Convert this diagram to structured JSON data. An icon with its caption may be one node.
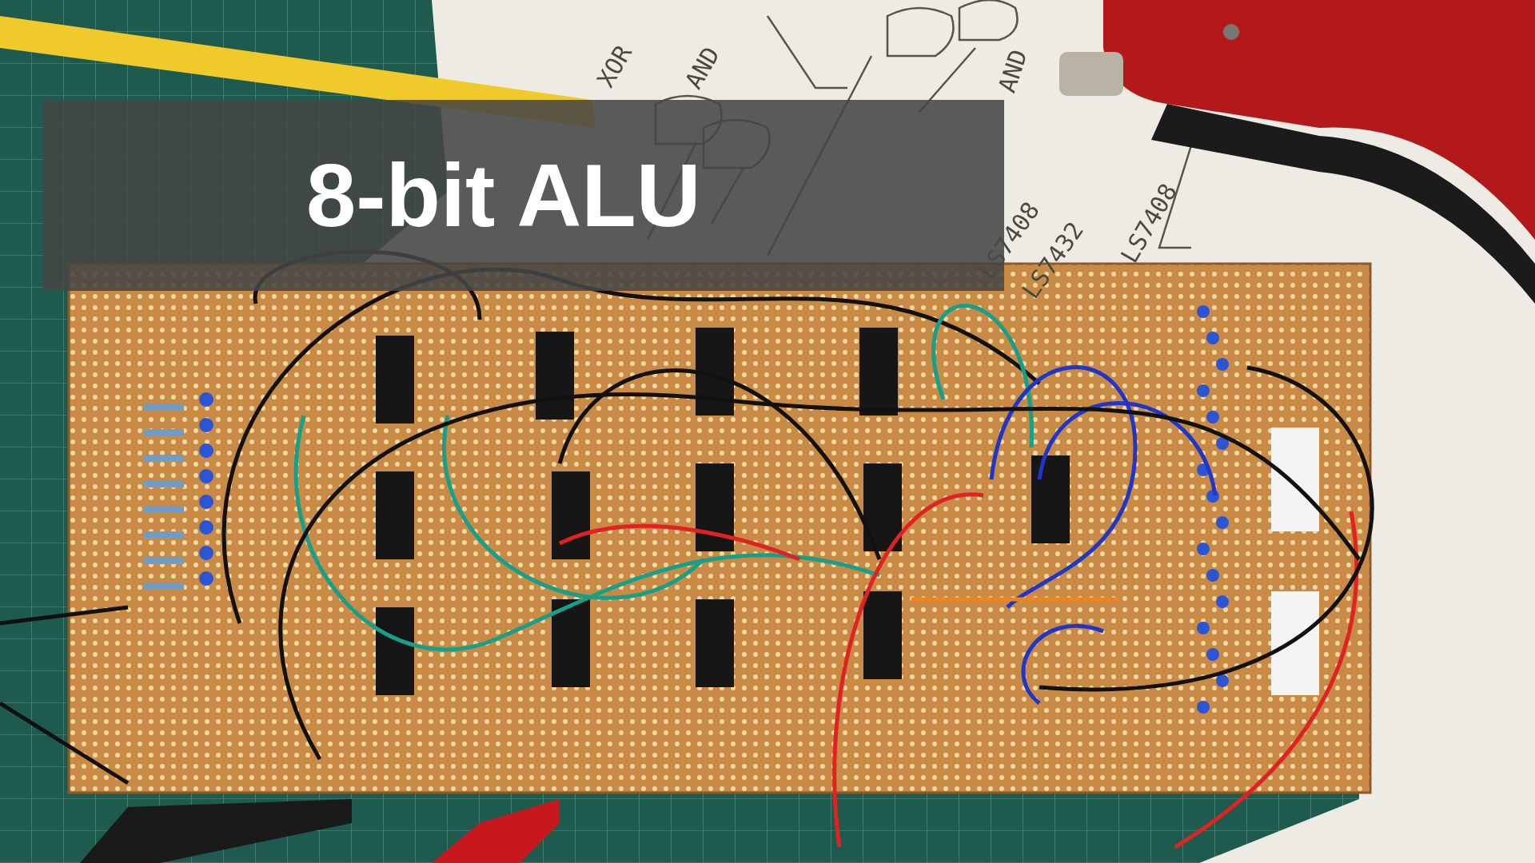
{
  "diagram": {
    "title": "8-bit ALU",
    "labels": [
      "XOR",
      "AND",
      "AND",
      "LS7408",
      "LS7432",
      "LS7408"
    ]
  }
}
